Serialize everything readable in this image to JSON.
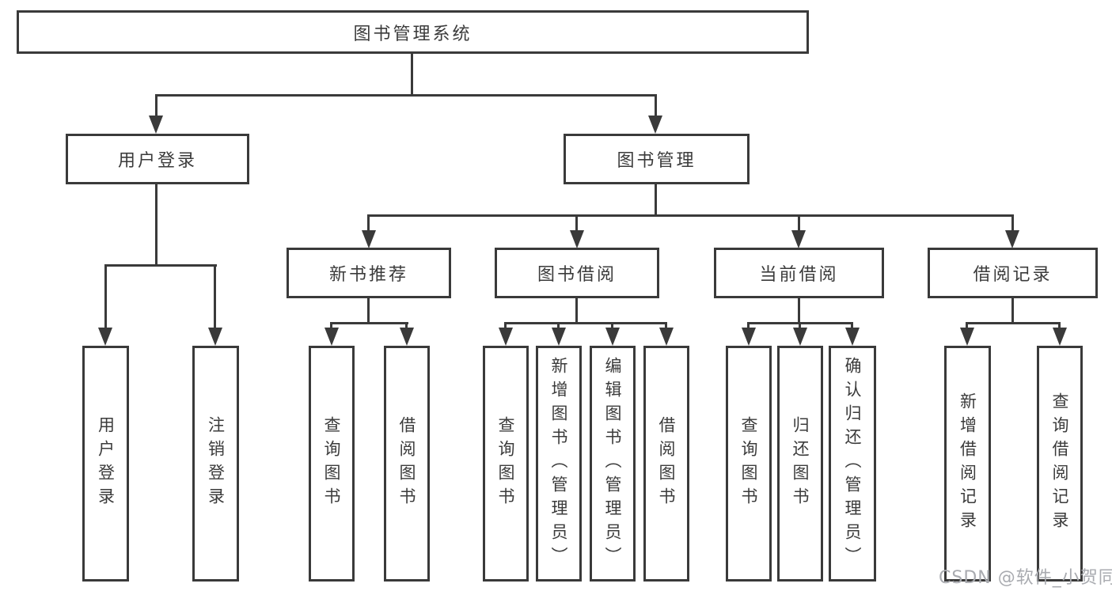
{
  "diagram_title": "图书管理系统",
  "tree": {
    "label": "图书管理系统",
    "children": [
      {
        "label": "用户登录",
        "children": [
          {
            "label": "用户登录"
          },
          {
            "label": "注销登录"
          }
        ]
      },
      {
        "label": "图书管理",
        "children": [
          {
            "label": "新书推荐",
            "children": [
              {
                "label": "查询图书"
              },
              {
                "label": "借阅图书"
              }
            ]
          },
          {
            "label": "图书借阅",
            "children": [
              {
                "label": "查询图书"
              },
              {
                "label": "新增图书（管理员）"
              },
              {
                "label": "编辑图书（管理员）"
              },
              {
                "label": "借阅图书"
              }
            ]
          },
          {
            "label": "当前借阅",
            "children": [
              {
                "label": "查询图书"
              },
              {
                "label": "归还图书"
              },
              {
                "label": "确认归还（管理员）"
              }
            ]
          },
          {
            "label": "借阅记录",
            "children": [
              {
                "label": "新增借阅记录"
              },
              {
                "label": "查询借阅记录"
              }
            ]
          }
        ]
      }
    ]
  },
  "watermark": {
    "text": "CSDN @软件_小贺同学"
  },
  "colors": {
    "line": "#3a3a3a",
    "text": "#3b3b3b",
    "background": "#ffffff",
    "watermark": "#a9abb0"
  }
}
